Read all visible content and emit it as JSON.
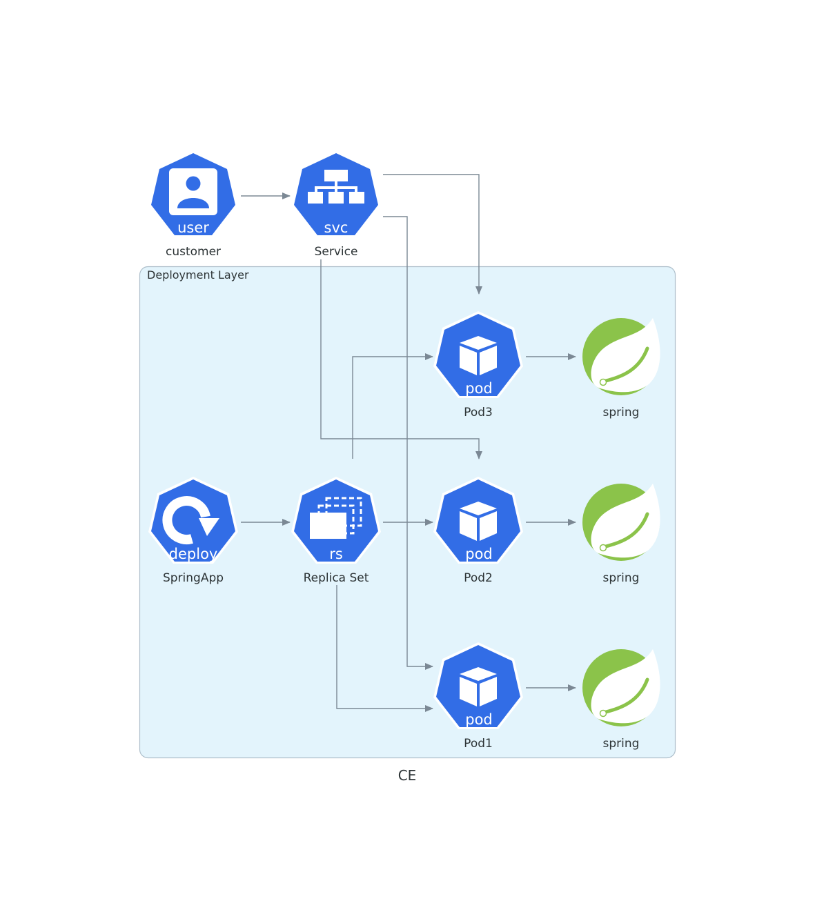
{
  "title": "CE",
  "cluster": {
    "label": "Deployment Layer"
  },
  "colors": {
    "k8s_blue": "#326de6",
    "spring_green": "#8bc34a",
    "cluster_fill": "#e3f4fc",
    "cluster_border": "#aebfcb",
    "edge": "#7b8894"
  },
  "nodes": {
    "customer": {
      "label": "customer",
      "icon_text": "user",
      "icon": "user-icon"
    },
    "service": {
      "label": "Service",
      "icon_text": "svc",
      "icon": "service-icon"
    },
    "pod3": {
      "label": "Pod3",
      "icon_text": "pod",
      "icon": "pod-icon"
    },
    "pod2": {
      "label": "Pod2",
      "icon_text": "pod",
      "icon": "pod-icon"
    },
    "pod1": {
      "label": "Pod1",
      "icon_text": "pod",
      "icon": "pod-icon"
    },
    "spring3": {
      "label": "spring",
      "icon": "spring-leaf-icon"
    },
    "spring2": {
      "label": "spring",
      "icon": "spring-leaf-icon"
    },
    "spring1": {
      "label": "spring",
      "icon": "spring-leaf-icon"
    },
    "springapp": {
      "label": "SpringApp",
      "icon_text": "deploy",
      "icon": "deploy-icon"
    },
    "replicaset": {
      "label": "Replica Set",
      "icon_text": "rs",
      "icon": "replicaset-icon"
    }
  },
  "edges": [
    {
      "from": "customer",
      "to": "service"
    },
    {
      "from": "service",
      "to": "pod3"
    },
    {
      "from": "service",
      "to": "pod2"
    },
    {
      "from": "service",
      "to": "pod1"
    },
    {
      "from": "springapp",
      "to": "replicaset"
    },
    {
      "from": "replicaset",
      "to": "pod3"
    },
    {
      "from": "replicaset",
      "to": "pod2"
    },
    {
      "from": "replicaset",
      "to": "pod1"
    },
    {
      "from": "pod3",
      "to": "spring3"
    },
    {
      "from": "pod2",
      "to": "spring2"
    },
    {
      "from": "pod1",
      "to": "spring1"
    }
  ]
}
